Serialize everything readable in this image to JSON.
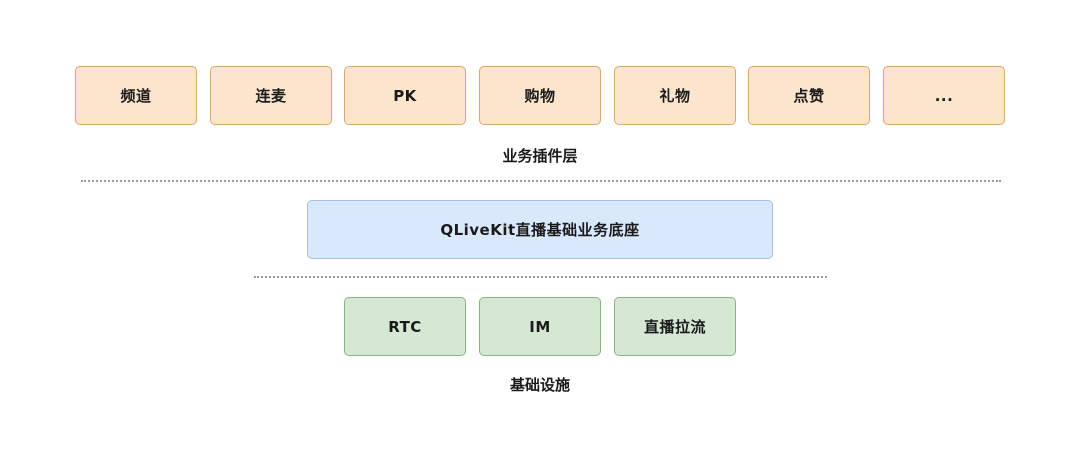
{
  "plugin_layer": {
    "items": [
      "频道",
      "连麦",
      "PK",
      "购物",
      "礼物",
      "点赞",
      "..."
    ],
    "label": "业务插件层"
  },
  "core_layer": {
    "label": "QLiveKit直播基础业务底座"
  },
  "infrastructure_layer": {
    "items": [
      "RTC",
      "IM",
      "直播拉流"
    ],
    "label": "基础设施"
  },
  "colors": {
    "plugin_fill": "#fce5cd",
    "plugin_border": "#d9a971",
    "core_fill": "#dae8fc",
    "core_border": "#a7bfe2",
    "infra_fill": "#d5e8d4",
    "infra_border": "#89b580"
  }
}
